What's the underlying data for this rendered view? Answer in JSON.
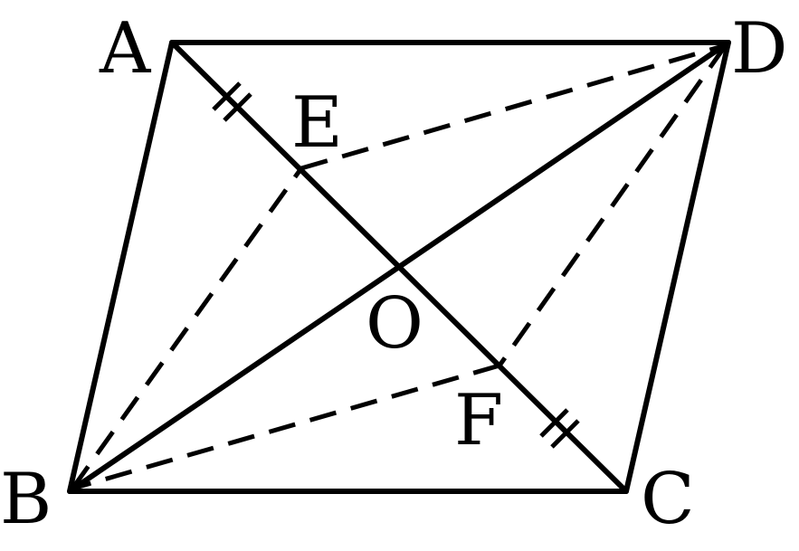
{
  "figure": {
    "points": {
      "A": "A",
      "B": "B",
      "C": "C",
      "D": "D",
      "E": "E",
      "F": "F",
      "O": "O"
    },
    "segments": {
      "solid": [
        "AD",
        "DC",
        "CB",
        "BA",
        "AC",
        "BD"
      ],
      "dashed": [
        "BE",
        "ED",
        "DF",
        "FB"
      ]
    },
    "equal_marks": [
      "AE",
      "CF"
    ],
    "color": "#000000"
  }
}
